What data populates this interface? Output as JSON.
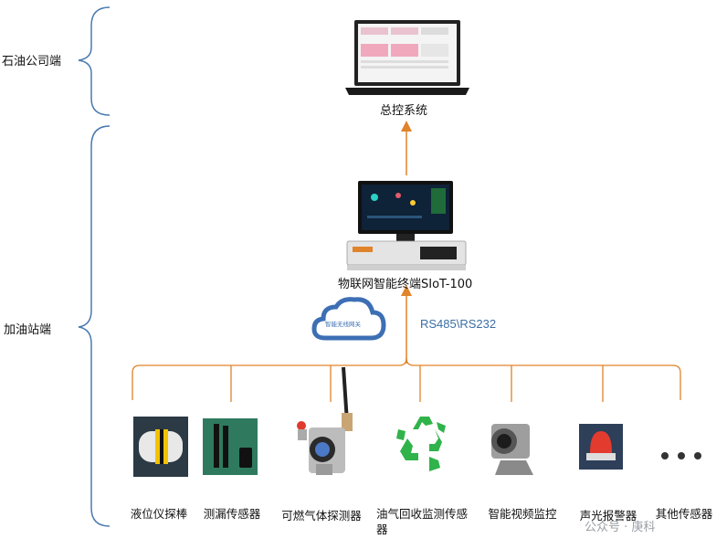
{
  "tiers": {
    "company": "石油公司端",
    "station": "加油站端"
  },
  "top_node": {
    "label": "总控系统"
  },
  "terminal": {
    "label": "物联网智能终端SIoT-100"
  },
  "cloud": {
    "label": "智能无线网关"
  },
  "protocol": "RS485\\RS232",
  "devices": [
    {
      "label": "液位仪探棒"
    },
    {
      "label": "测漏传感器"
    },
    {
      "label": "可燃气体探测器"
    },
    {
      "label": "油气回收监测传感器"
    },
    {
      "label": "智能视频监控"
    },
    {
      "label": "声光报警器"
    },
    {
      "label": "其他传感器"
    }
  ],
  "watermark": "公众号 · 庚科",
  "colors": {
    "bracket": "#4a7ab0",
    "arrow": "#e0832a",
    "protocol": "#3a6ea5"
  }
}
